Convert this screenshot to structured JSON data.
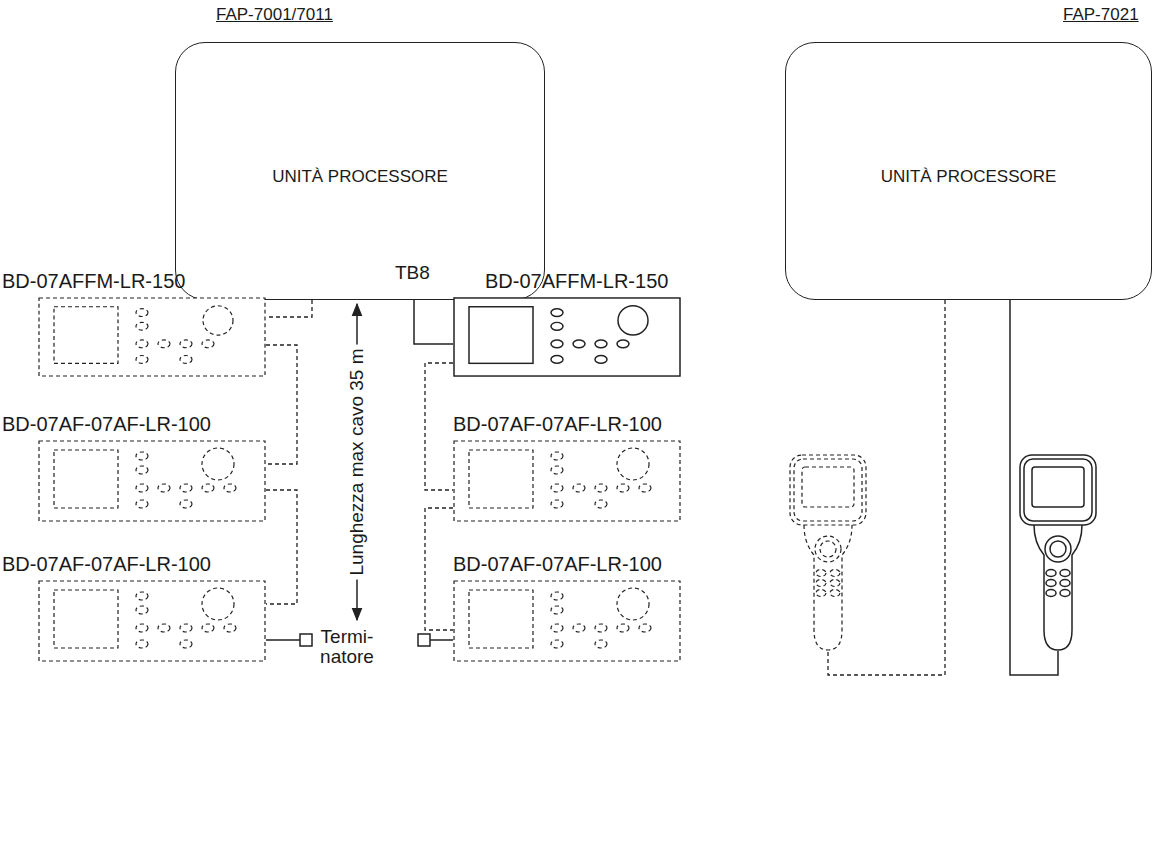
{
  "diagram": {
    "nodes": [
      {
        "text": [
          "FAP-7001/7011",
          "UNITÀ PROCESSORE"
        ]
      },
      {
        "text": [
          "FAP-7021",
          "UNITÀ PROCESSORE"
        ]
      },
      {
        "text": [
          "BD-07AFFM-LR-150"
        ]
      },
      {
        "text": [
          "BD-07AF-07AF-LR-100"
        ]
      },
      {
        "text": [
          "BD-07AF-07AF-LR-100"
        ]
      },
      {
        "text": [
          "BD-07AFFM-LR-150"
        ]
      },
      {
        "text": [
          "BD-07AF-07AF-LR-100"
        ]
      },
      {
        "text": [
          "BD-07AF-07AF-LR-100"
        ]
      }
    ],
    "edges": [
      {
        "from": 0,
        "to": 2,
        "arrow": "none"
      },
      {
        "from": 2,
        "to": 3,
        "arrow": "none"
      },
      {
        "from": 3,
        "to": 4,
        "arrow": "none"
      },
      {
        "from": 0,
        "to": 5,
        "arrow": "none"
      },
      {
        "from": 5,
        "to": 6,
        "arrow": "none"
      },
      {
        "from": 6,
        "to": 7,
        "arrow": "none"
      }
    ],
    "labels": [
      "TB8",
      "Lunghezza max cavo 35 m",
      "Termi- natore"
    ]
  }
}
